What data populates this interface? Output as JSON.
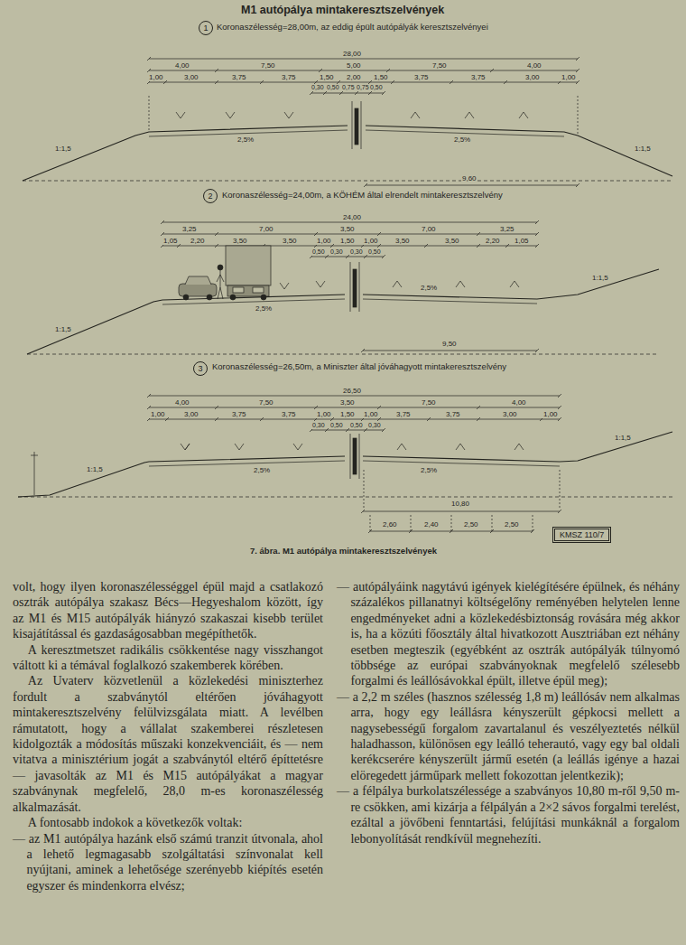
{
  "diagram": {
    "title": "M1 autópálya mintakeresztszelvények",
    "caption": "7. ábra. M1 autópálya mintakeresztszelvények",
    "nodes": [
      {
        "text": [
          "1"
        ]
      },
      {
        "text": [
          "2"
        ]
      },
      {
        "text": [
          "3"
        ]
      },
      {
        "text": [
          "KMSZ 110/7"
        ]
      }
    ],
    "labels": [
      "Koronaszélesség=28,00m, az eddig épült autópályák keresztszelvényei",
      "28,00",
      "4,00",
      "7,50",
      "5,00",
      "7,50",
      "4,00",
      "1,00",
      "3,00",
      "3,75",
      "3,75",
      "1,50",
      "2,00",
      "1,50",
      "3,75",
      "3,75",
      "3,00",
      "1,00",
      "0,30",
      "0,50",
      "0,75",
      "0,75",
      "0,50",
      "2,5%",
      "2,5%",
      "1:1,5",
      "1:1,5",
      "9,60",
      "Koronaszélesség=24,00m, a KÖHÉM által elrendelt mintakeresztszelvény",
      "24,00",
      "3,25",
      "7,00",
      "3,50",
      "7,00",
      "3,25",
      "1,05",
      "2,20",
      "3,50",
      "3,50",
      "1,00",
      "1,50",
      "1,00",
      "3,50",
      "3,50",
      "2,20",
      "1,05",
      "0,50",
      "0,30",
      "0,30",
      "0,50",
      "2,5%",
      "2,5%",
      "1:1,5",
      "1:1,5",
      "9,50",
      "Koronaszélesség=26,50m, a Miniszter által jóváhagyott mintakeresztszelvény",
      "26,50",
      "4,00",
      "7,50",
      "3,50",
      "7,50",
      "4,00",
      "1,00",
      "3,00",
      "3,75",
      "3,75",
      "1,00",
      "1,50",
      "1,00",
      "3,75",
      "3,75",
      "3,00",
      "1,00",
      "0,30",
      "0,50",
      "0,50",
      "0,30",
      "2,5%",
      "2,5%",
      "1:1,5",
      "1:1,5",
      "10,80",
      "2,60",
      "2,40",
      "2,50",
      "2,50",
      "volt, hogy ilyen koronaszélességgel épül majd a csatlakozó osztrák autópálya szakasz Bécs—Hegyeshalom között, így az M1 és M15 autópályák hiányzó szakaszai kisebb terület kisajátítással és gazdaságosabban megépíthetők.",
      "A keresztmetszet radikális csökkentése nagy visszhangot váltott ki a témával foglalkozó szakemberek körében.",
      "Az Uvaterv közvetlenül a közlekedési miniszterhez fordult a szabványtól eltérően jóváhagyott mintakeresztszelvény felülvizsgálata miatt. A levélben rámutatott, hogy a vállalat szakemberei részletesen kidolgozták a módosítás műszaki konzekvenciáit, és — nem vitatva a minisztérium jogát a szabványtól eltérő építtetésre — javasolták az M1 és M15 autópályákat a magyar szabványnak megfelelő, 28,0 m-es koronaszélesség alkalmazását.",
      "A fontosabb indokok a következők voltak:",
      "— az M1 autópálya hazánk első számú tranzit útvonala, ahol a lehető legmagasabb szolgáltatási színvonalat kell nyújtani, aminek a lehetősége szerényebb kiépítés esetén egyszer és mindenkorra elvész;",
      "— autópályáink nagytávú igények kielégítésére épülnek, és néhány százalékos pillanatnyi költségelőny reményében helytelen lenne engedményeket adni a közlekedésbiztonság rovására még akkor is, ha a közúti főosztály által hivatkozott Ausztriában ezt néhány esetben megteszik (egyébként az osztrák autópályák túlnyomó többsége az európai szabványoknak megfelelő szélesebb forgalmi és leállósávokkal épült, illetve épül meg);",
      "— a 2,2 m széles (hasznos szélesség 1,8 m) leállósáv nem alkalmas arra, hogy egy leállásra kényszerült gépkocsi mellett a nagysebességű forgalom zavartalanul és veszélyeztetés nélkül haladhasson, különösen egy leálló teherautó, vagy egy bal oldali kerékcserére kényszerült jármű esetén (a leállás igénye a hazai elöregedett járműpark mellett fokozottan jelentkezik);",
      "— a félpálya burkolatszélessége a szabványos 10,80 m-ről 9,50 m-re csökken, ami kizárja a félpályán a 2×2 sávos forgalmi terelést, ezáltal a jövőbeni fenntartási, felújítási munkáknál a forgalom lebonyolítását rendkívül megnehezíti."
    ]
  }
}
